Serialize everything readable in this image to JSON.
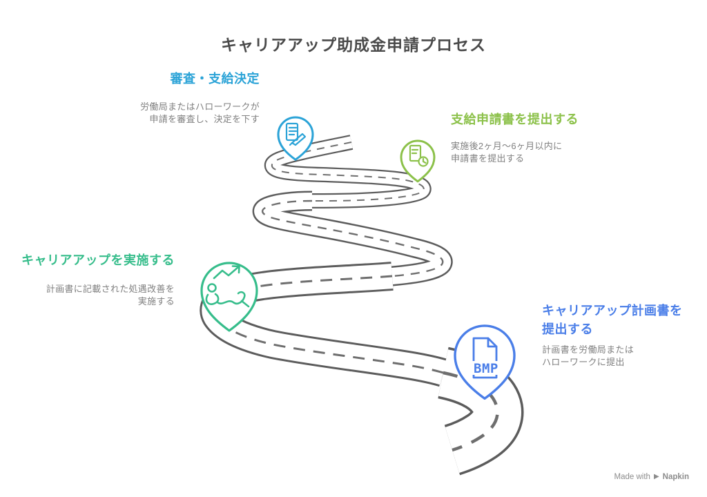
{
  "title": "キャリアアップ助成金申請プロセス",
  "steps": [
    {
      "name": "submit-career-up-plan",
      "heading_lines": [
        "キャリアアップ計画書を",
        "提出する"
      ],
      "desc_lines": [
        "計画書を労働局または",
        "ハローワークに提出"
      ],
      "color": "#4A7EE8",
      "icon": "bmp-document-pin",
      "icon_label": "BMP"
    },
    {
      "name": "implement-career-up",
      "heading_lines": [
        "キャリアアップを実施する"
      ],
      "desc_lines": [
        "計画書に記載された処遇改善を",
        "実施する"
      ],
      "color": "#36BD8B",
      "icon": "people-growth-arrow-pin"
    },
    {
      "name": "submit-payment-application",
      "heading_lines": [
        "支給申請書を提出する"
      ],
      "desc_lines": [
        "実施後2ヶ月〜6ヶ月以内に",
        "申請書を提出する"
      ],
      "color": "#8CC14A",
      "icon": "document-clock-pin"
    },
    {
      "name": "review-and-decision",
      "heading_lines": [
        "審査・支給決定"
      ],
      "desc_lines": [
        "労働局またはハローワークが",
        "申請を審査し、決定を下す"
      ],
      "color": "#2BA3D7",
      "icon": "document-review-pin"
    }
  ],
  "road": {
    "edge_color": "#5C5C5C",
    "dash_color": "#6E6E6E"
  },
  "watermark": {
    "prefix": "Made with",
    "brand": "Napkin"
  }
}
